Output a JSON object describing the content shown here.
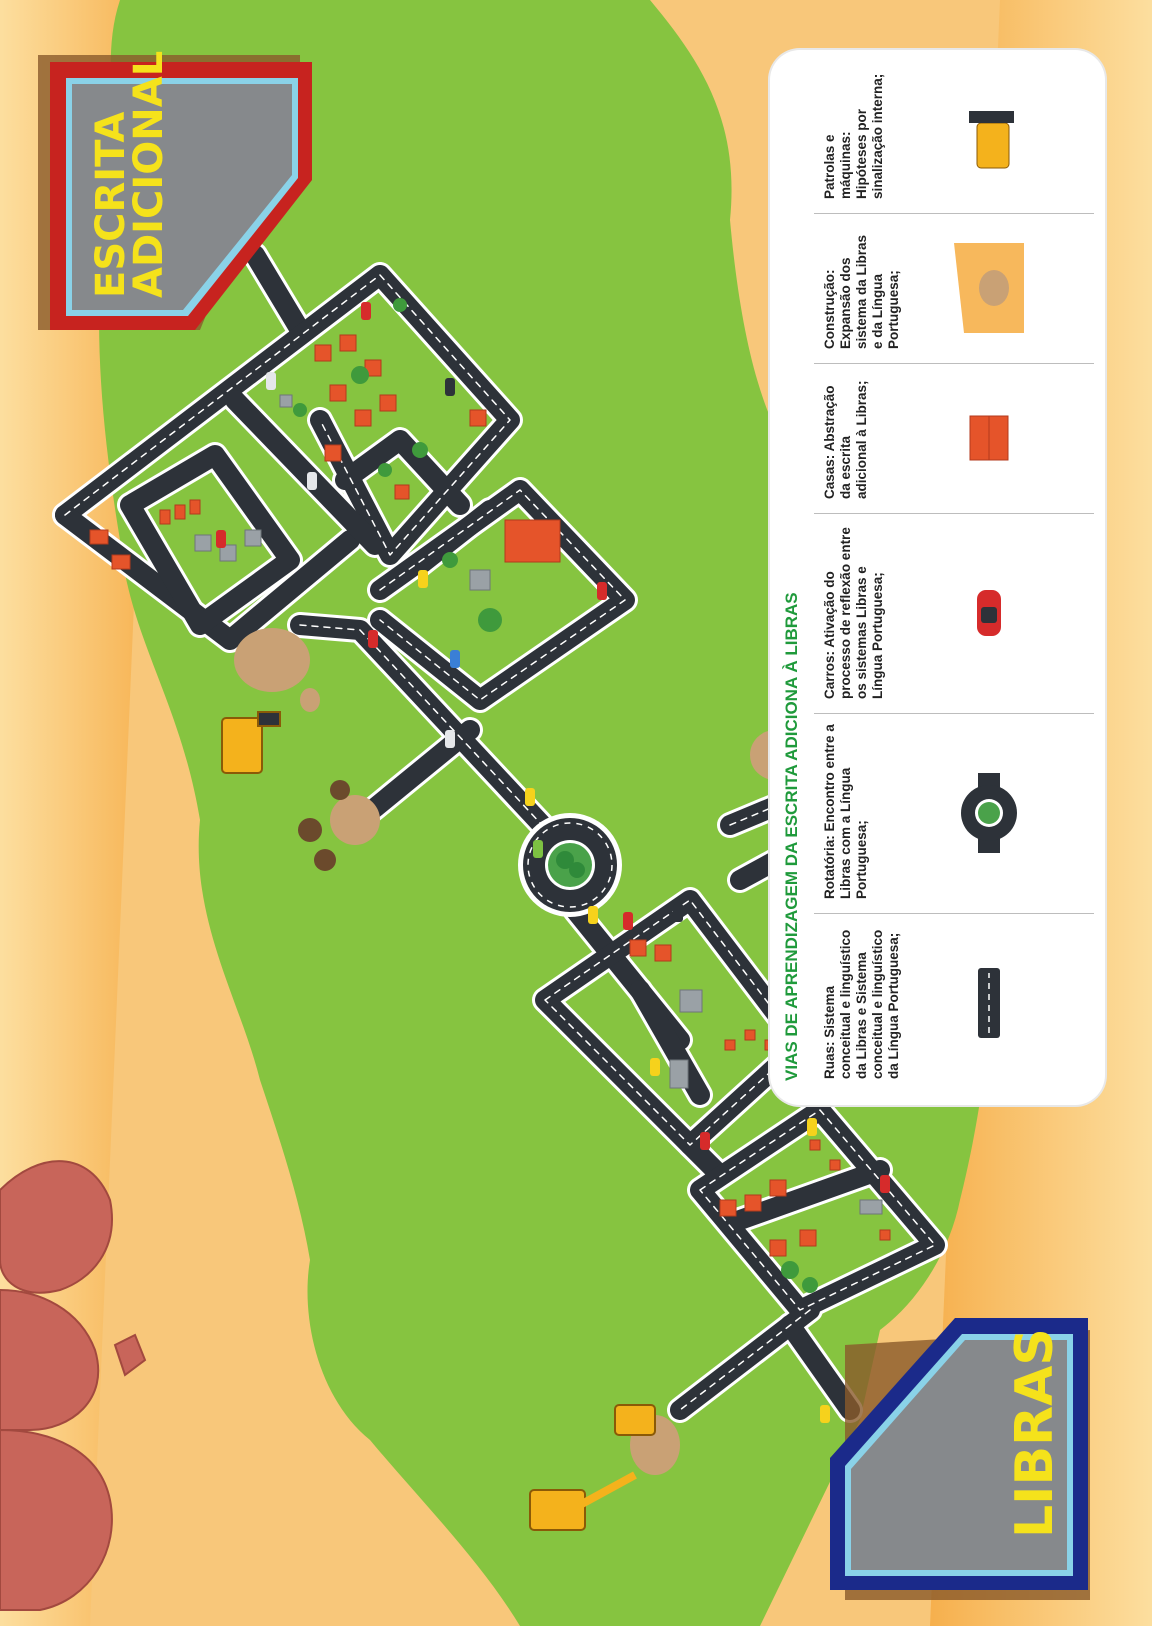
{
  "buildings": {
    "top": {
      "line1": "ESCRITA",
      "line2": "ADICIONAL"
    },
    "bottom": {
      "label": "LIBRAS"
    }
  },
  "legend": {
    "title": "VIAS DE APRENDIZAGEM DA ESCRITA ADICIONA À LIBRAS",
    "items": [
      {
        "icon": "road-icon",
        "text": "Ruas: Sistema conceitual e linguístico da Libras e Sistema conceitual e linguístico da Língua Portuguesa;"
      },
      {
        "icon": "roundabout-icon",
        "text": "Rotatória: Encontro entre a Libras com a Língua Portuguesa;"
      },
      {
        "icon": "car-icon",
        "text": "Carros: Ativação do processo de reflexão entre os sistemas Libras e Língua Portuguesa;"
      },
      {
        "icon": "house-icon",
        "text": "Casas: Abstração da escrita adicional à Libras;"
      },
      {
        "icon": "construction-icon",
        "text": "Construção: Expansão dos sistema da Libras e da Língua Portuguesa;"
      },
      {
        "icon": "bulldozer-icon",
        "text": "Patrolas e máquinas: Hipóteses por sinalização interna;"
      }
    ]
  },
  "colors": {
    "grass": "#86c440",
    "sand": "#f7b85c",
    "road": "#2d3239",
    "escrita_frame": "#c7231f",
    "libras_frame": "#1b2a8a",
    "label_yellow": "#f5e21b",
    "legend_title": "#1f9a3b"
  }
}
